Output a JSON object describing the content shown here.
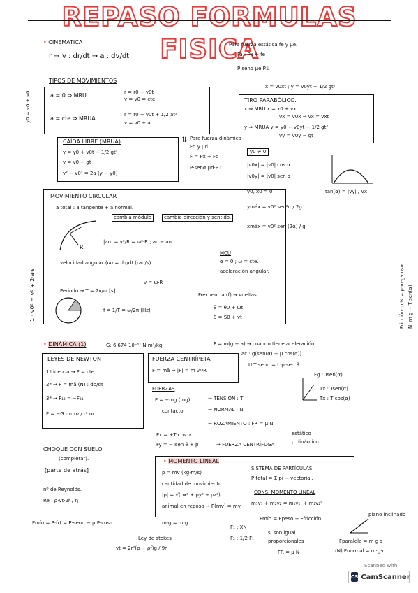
{
  "title": "REPASO FORMULAS FISICA",
  "cinematica": {
    "heading": "CINEMATICA",
    "chain": "r → v : dr/dt → a : dv/dt",
    "note_fuerza": "Para fuerza estática fe y μe.",
    "note_eq1": "Fa : Px + fe",
    "note_eq2": "P·senα     μe·P⊥",
    "tipos": "TIPOS DE MOVIMIENTOS",
    "mru_cond": "a = 0 ⇒ MRU",
    "mru_r": "r = r0 + v0t",
    "mru_v": "v = v0 = cte.",
    "mrua_cond": "a = cte ⇒ MRUA",
    "mrua_r": "r = r0 + v0t + 1/2 at²",
    "mrua_v": "v = v0 + at.",
    "caida_title": "CAÍDA LIBRE (MRUA)",
    "caida_y": "y = y0 + v0t − 1/2 gt²",
    "caida_v": "v = v0 − gt",
    "caida_v2": "v² − v0² = 2a (y − y0)",
    "dinamica_note1": "Para fuerza dinámica",
    "dinamica_note2": "Fd  y  μd.",
    "dinamica_note3": "F = Px + Fd",
    "dinamica_note4": "P·senα    μd·P⊥",
    "xy": "x = v0xt ; y = v0yt − 1/2 gt²",
    "tiro_title": "TIRO PARABÓLICO.",
    "tiro_x": "x ⇒ MRU  x = x0 + vxt",
    "tiro_vx": "vx = v0x → vx = vxt",
    "tiro_y": "y ⇒ MRUA  y = y0 + v0yt − 1/2 gt²",
    "tiro_vy": "vy = v0y − gt",
    "y0ne0": "y0 ≠ 0",
    "v0x": "|v0x| = |v0| cos α",
    "v0y": "|v0y| = |v0| sen α",
    "y0x0": "y0, x0 = 0",
    "tan": "tan(α) = |vy| / vx",
    "ymax": "ymáx = v0² sen²α / 2g",
    "xmax": "xmáx = v0² sen (2α) / g",
    "circular_title": "MOVIMIENTO CIRCULAR",
    "atotal": "a total : a tangente + a normal.",
    "cambia_modulo": "cambia módulo",
    "cambia_dir": "cambia dirección y sentido.",
    "an": "|an| = v²/R = ω²·R ; ac ≡ an",
    "vel_angular": "velocidad angular (ω) = dα/dt (rad/s)",
    "v_wr": "v = ω·R",
    "mcu": "MCU",
    "mcu_a": "α = 0 ; ω = cte.",
    "mcu_ac": "aceleración angular.",
    "periodo": "Periodo → T = 2π/ω [s]",
    "frecuencia": "Frecuencia (f) → vueltas",
    "f_eq": "f = 1/T = ω/2π (Hz)",
    "theta": "θ = θ0 + ωt",
    "s_eq": "S = S0 + vt"
  },
  "dinamica": {
    "heading": "DINÁMICA (1)",
    "G": "G: 6'674·10⁻¹¹ N·m²/kg.",
    "fmg": "F = m(g + a) → cuando tiene aceleración.",
    "leyes_title": "LEYES DE NEWTON",
    "ley1": "1ª inercia → F = cte",
    "ley2": "2ª → F = mā (N) : dp/dt",
    "ley3": "3ª → F₁₂ = −F₂₁",
    "grav": "F = −G m₁m₂ / r² ur",
    "centripeta_title": "FUERZA CENTRÍPETA",
    "centripeta": "F = mā ⇒ |F| = m v²/R",
    "fuerzas": "FUERZAS",
    "peso": "F = −mg  (mg)",
    "contacto": "contacto.",
    "tension": "→ TENSIÓN : T",
    "normal": "→ NORMAL : N",
    "rozamiento": "→ ROZAMIENTO : FR = μ N",
    "estatico": "estático",
    "dinamico": "μ dinámico",
    "fx": "Fx = +T·cos α",
    "fy": "Fy = −Tsen θ + p",
    "fuerza_c": "→ FUERZA CENTRÍFUGA",
    "ac": "ac : g(sen(α) − μ cos(α))",
    "ut": "U·T·senα = L·p·sen θ",
    "fg": "Fg : Tsen(α)",
    "tx": "Tx : Tsen(α)",
    "txy": "Tx : T·cos(α)",
    "choque": "CHOQUE CON SUELO",
    "completar": "(completar).",
    "parte_atras": "[parte de atrás]",
    "reynolds_title": "nº de Reynolds.",
    "reynolds": "Re : ρ·vt·2r / η",
    "fmin": "Fmín = P·frt = P·senα − μ·P·cosα",
    "mg_mg": "m·g = m·g",
    "stokes_title": "Ley de stokes",
    "stokes": "vt = 2r²(ρ − ρf)g / 9η",
    "momento_title": "MOMENTO LINEAL",
    "momento_p": "p = mv (kg·m/s)",
    "cantidad": "cantidad de movimiento",
    "modulo_p": "|p| = √(px² + py² + pz²)",
    "animal": "animal en reposo → P(mv) = mv",
    "sistema_title": "SISTEMA DE PARTÍCULAS",
    "ptotal": "P total = Σ pi → vectorial.",
    "cons_title": "CONS. MOMENTO LINEAL",
    "cons": "m₁v₁ + m₂v₂ = m₁v₁' + m₂v₂'",
    "fuerza_peso": "Fmín = Fpeso + Ffricción",
    "f1": "F₁ : XN",
    "f2": "F₂ : 1/2 F₁",
    "si_son": "si son igual",
    "proporcionales": "proporcionales",
    "frc": "FR = μ·N",
    "plano_inclin": "plano inclinado",
    "fparalela": "Fparalela = m·g·s",
    "fnormal": "(N) Fnormal = m·g·c"
  },
  "scanner": {
    "scanned_with": "Scanned with",
    "app": "CamScanner"
  }
}
